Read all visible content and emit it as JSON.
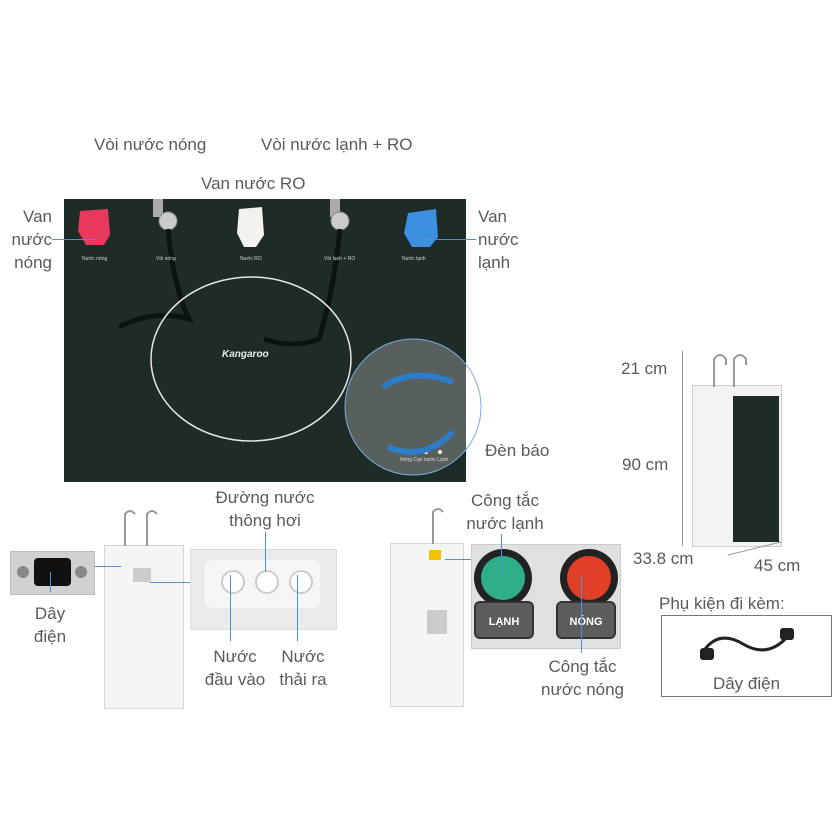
{
  "labels": {
    "hot_tap": "Vòi nước nóng",
    "cold_ro_tap": "Vòi nước lạnh + RO",
    "ro_valve": "Van nước RO",
    "hot_valve": "Van\nnước\nnóng",
    "cold_valve": "Van\nnước\nlạnh",
    "indicator": "Đèn báo",
    "vent_line": "Đường nước\nthông hơi",
    "cold_switch": "Công tắc\nnước lạnh",
    "hot_switch": "Công tắc\nnước nóng",
    "power_cord": "Dây\nđiện",
    "water_in": "Nước\nđầu vào",
    "water_out": "Nước\nthải ra",
    "accessories": "Phụ kiện đi kèm:",
    "accessory_item": "Dây điện"
  },
  "panel": {
    "brand": "Kangaroo",
    "knob_labels": [
      "Nước nóng",
      "Vòi nóng",
      "Nước RO",
      "Vòi lạnh + RO",
      "Nước lạnh"
    ],
    "indicator_text": "Nóng  Cạn nước  Lạnh"
  },
  "switches": {
    "cold_tag": "LẠNH",
    "hot_tag": "NÓNG"
  },
  "dimensions": {
    "top": "21 cm",
    "height": "90 cm",
    "depth": "33.8 cm",
    "width": "45 cm"
  },
  "colors": {
    "panel": "#1f2b26",
    "hot_knob": "#e8385c",
    "cold_knob": "#3d8fe0",
    "cold_button": "#2fae8a",
    "hot_button": "#e04028",
    "leader_line": "#4e8fd6"
  }
}
